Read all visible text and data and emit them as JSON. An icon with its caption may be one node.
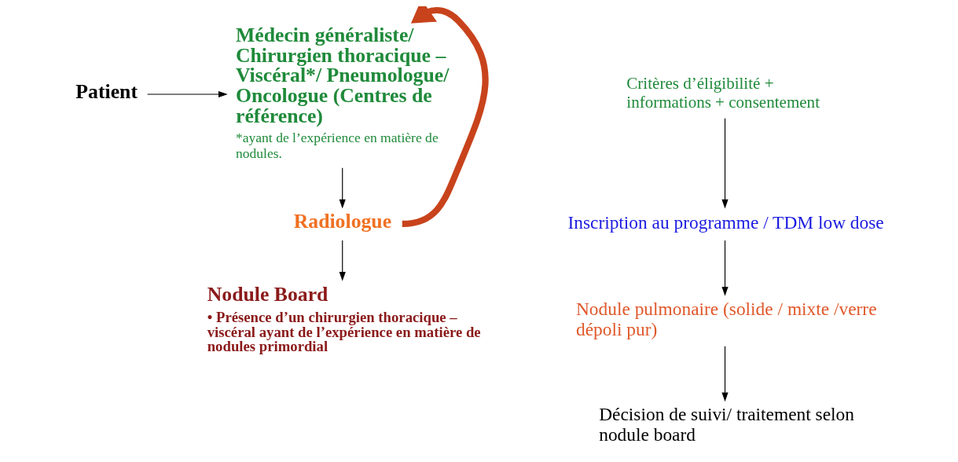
{
  "diagram": {
    "nodes": [
      {
        "text": [
          "Patient"
        ]
      },
      {
        "text": [
          "Médecin généraliste/ Chirurgien thoracique – Viscéral*/ Pneumologue/ Oncologue (Centres de référence)"
        ],
        "beside": [
          "*ayant de l’expérience en matière de nodules."
        ]
      },
      {
        "text": [
          "Radiologue"
        ]
      },
      {
        "text": [
          "Nodule Board",
          "• Présence d’un chirurgien thoracique – viscéral ayant de l’expérience en matière de nodules primordial"
        ]
      },
      {
        "text": [
          "Critères d’éligibilité + informations + consentement"
        ]
      },
      {
        "text": [
          "Inscription au programme / TDM low dose"
        ]
      },
      {
        "text": [
          "Nodule pulmonaire (solide / mixte /verre dépoli pur)"
        ]
      },
      {
        "text": [
          "Décision de suivi/ traitement selon nodule board"
        ]
      }
    ],
    "edges": [
      {
        "from": 0,
        "to": 1,
        "arrow": "to"
      },
      {
        "from": 1,
        "to": 2,
        "arrow": "to"
      },
      {
        "from": 2,
        "to": 3,
        "arrow": "to"
      },
      {
        "from": 2,
        "to": 1,
        "arrow": "to",
        "style": "thick",
        "color": "#c8431c"
      },
      {
        "from": 4,
        "to": 5,
        "arrow": "to"
      },
      {
        "from": 5,
        "to": 6,
        "arrow": "to"
      },
      {
        "from": 6,
        "to": 7,
        "arrow": "to"
      }
    ]
  }
}
